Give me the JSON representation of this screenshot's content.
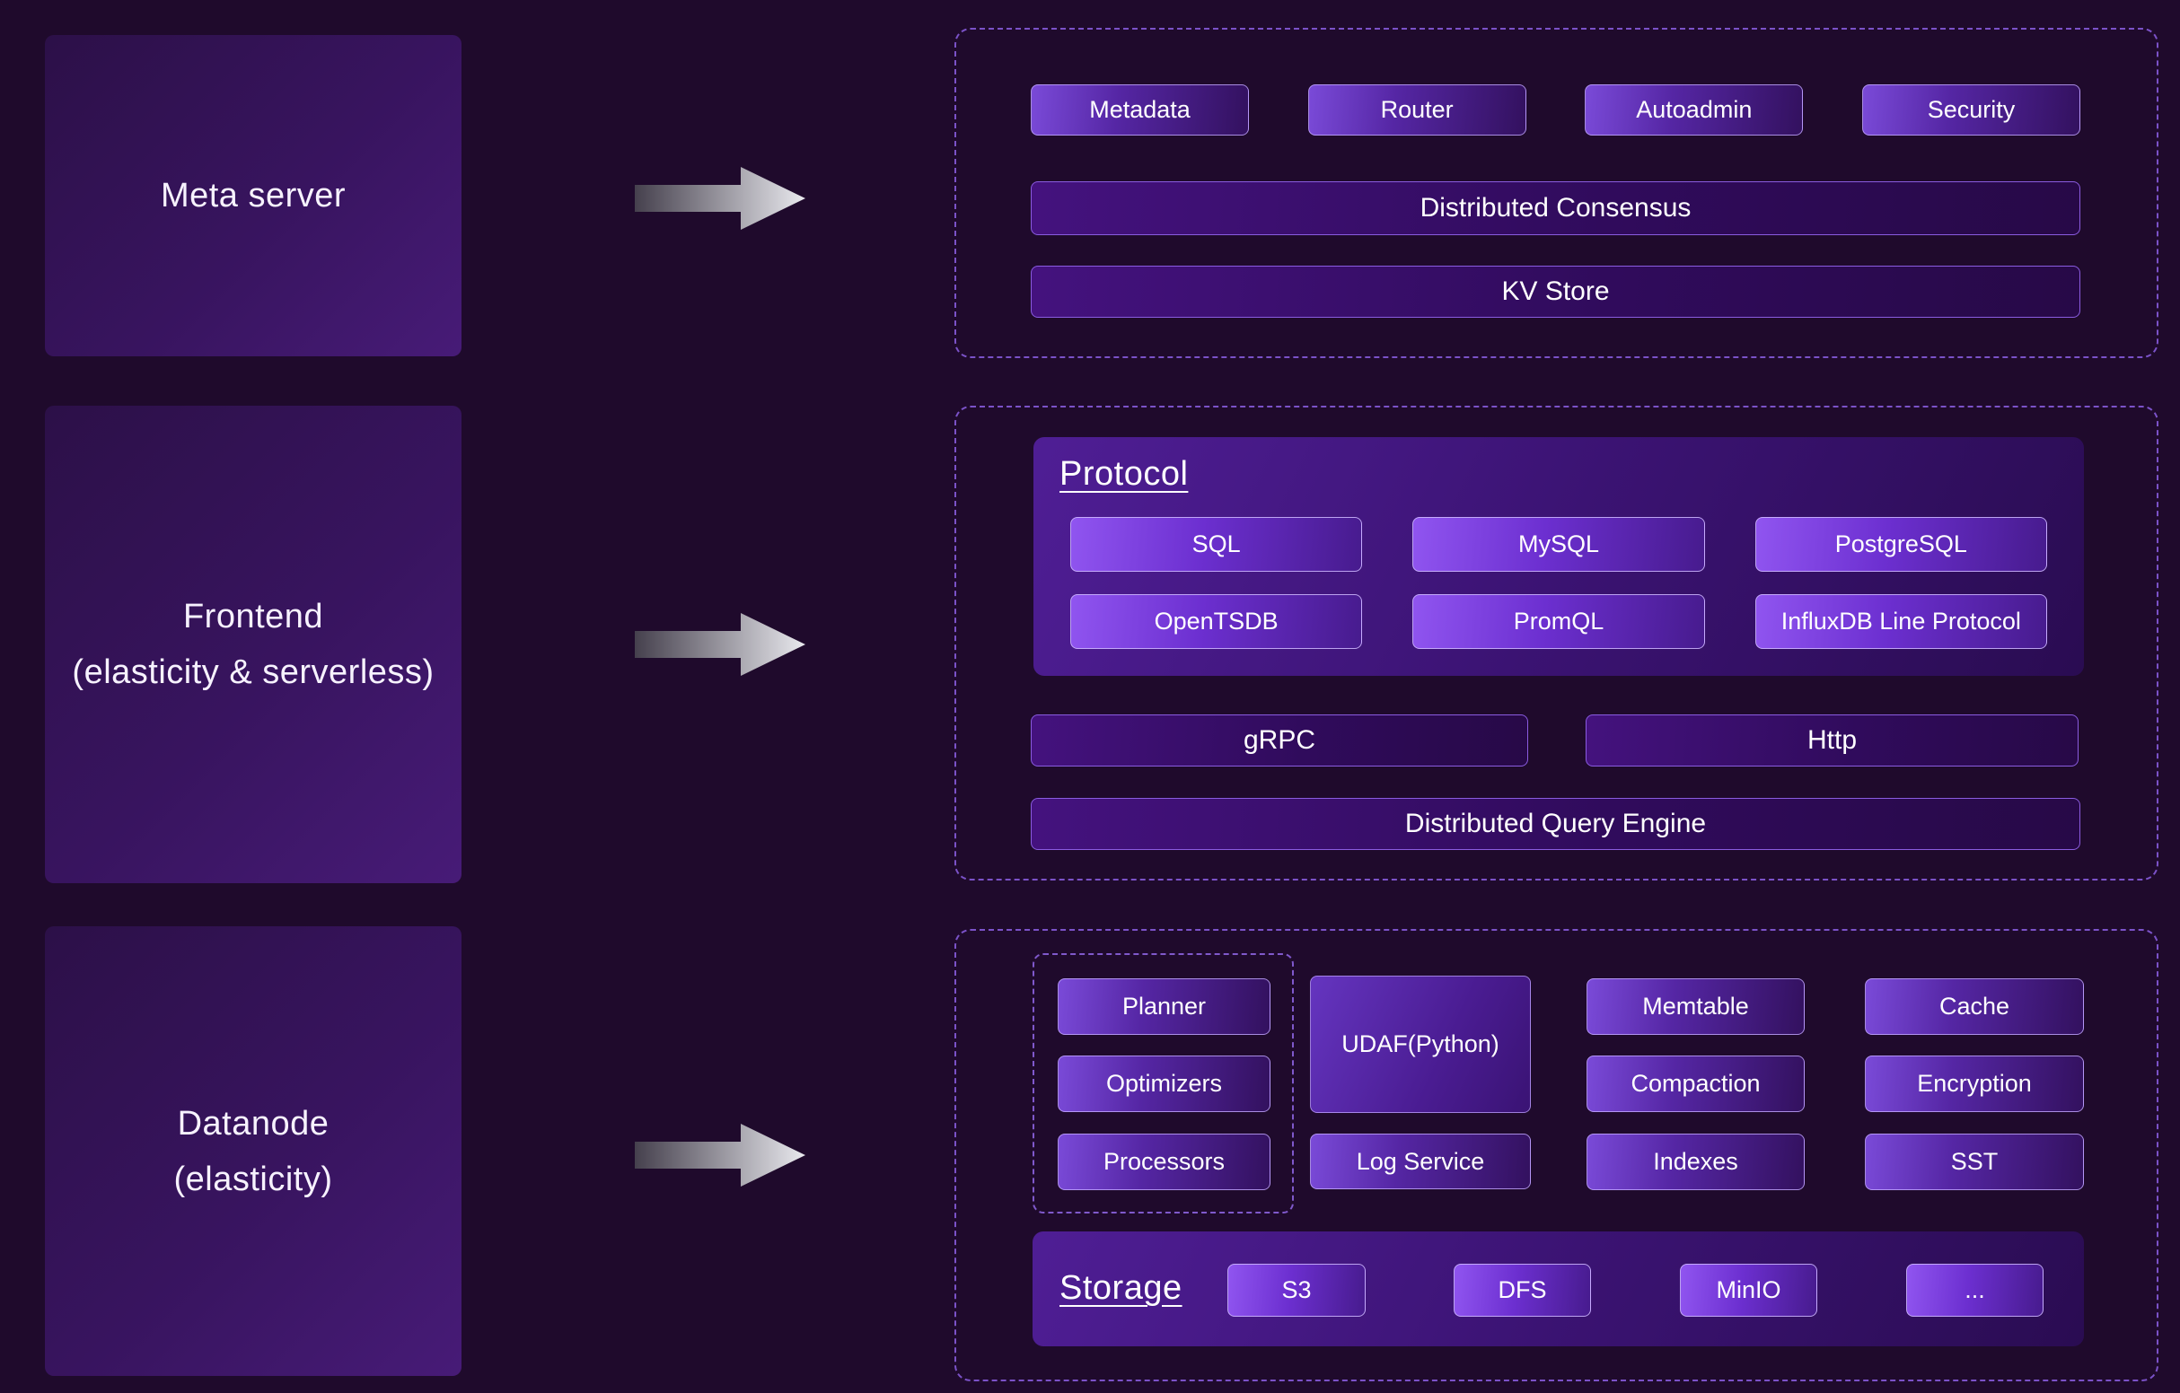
{
  "diagram": {
    "meta": {
      "box_title": "Meta server",
      "components": [
        "Metadata",
        "Router",
        "Autoadmin",
        "Security"
      ],
      "bars": [
        "Distributed Consensus",
        "KV Store"
      ]
    },
    "frontend": {
      "box_title_line1": "Frontend",
      "box_title_line2": "(elasticity & serverless)",
      "protocol_title": "Protocol",
      "protocols": [
        "SQL",
        "MySQL",
        "PostgreSQL",
        "OpenTSDB",
        "PromQL",
        "InfluxDB Line Protocol"
      ],
      "transports": [
        "gRPC",
        "Http"
      ],
      "engine": "Distributed Query Engine"
    },
    "datanode": {
      "box_title_line1": "Datanode",
      "box_title_line2": "(elasticity)",
      "query_components": [
        "Planner",
        "Optimizers",
        "Processors"
      ],
      "udaf": "UDAF(Python)",
      "log_service": "Log Service",
      "engine_col1": [
        "Memtable",
        "Compaction",
        "Indexes"
      ],
      "engine_col2": [
        "Cache",
        "Encryption",
        "SST"
      ],
      "storage_title": "Storage",
      "storage_backends": [
        "S3",
        "DFS",
        "MinIO",
        "..."
      ]
    },
    "colors": {
      "background": "#1f0a2c",
      "accent_purple": "#8b5cf6",
      "dashed_border": "#7b52c8",
      "node_border": "#c4aaff",
      "arrow_light": "#e9e9ee",
      "arrow_dark": "#45404d"
    }
  }
}
